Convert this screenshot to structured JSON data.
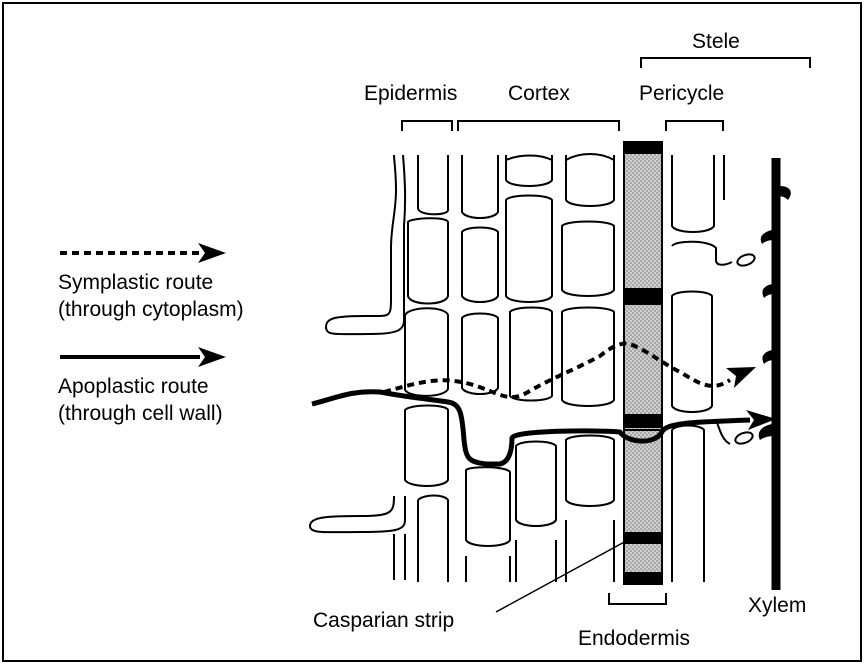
{
  "labels": {
    "stele": "Stele",
    "epidermis": "Epidermis",
    "cortex": "Cortex",
    "pericycle": "Pericycle",
    "xylem": "Xylem",
    "endodermis": "Endodermis",
    "casparian_strip": "Casparian strip"
  },
  "legend": {
    "symplastic_line1": "Symplastic route",
    "symplastic_line2": "(through cytoplasm)",
    "apoplastic_line1": "Apoplastic route",
    "apoplastic_line2": "(through cell wall)"
  },
  "colors": {
    "endodermis_fill": "#b8b8b8",
    "casparian_band": "#000000",
    "outline": "#000000"
  }
}
